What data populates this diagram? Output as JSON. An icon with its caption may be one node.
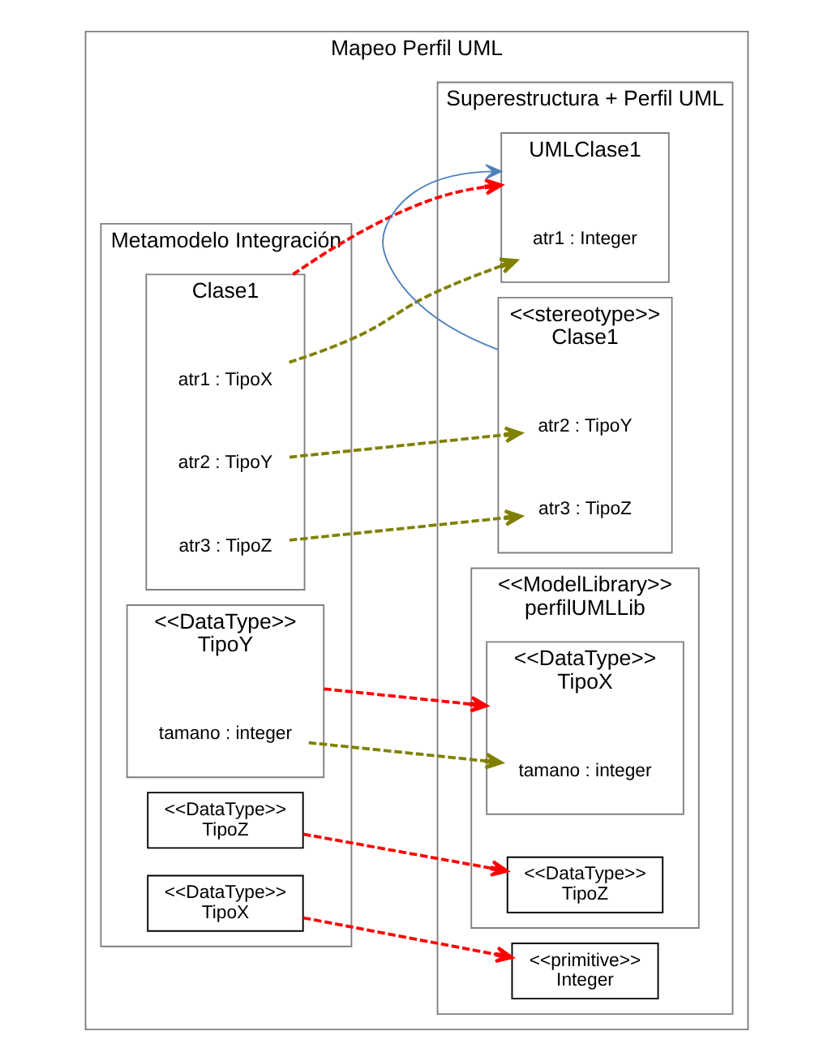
{
  "diagram": {
    "nodes": [
      {
        "text": [
          "Mapeo Perfil UML"
        ]
      },
      {
        "text": [
          "Metamodelo Integración"
        ],
        "in": 0
      },
      {
        "text": [
          "Superestructura + Perfil UML"
        ],
        "in": 0
      },
      {
        "text": [
          "Clase1"
        ],
        "in": 1
      },
      {
        "text": [
          "atr1 : TipoX"
        ],
        "in": 3
      },
      {
        "text": [
          "atr2 : TipoY"
        ],
        "in": 3
      },
      {
        "text": [
          "atr3 : TipoZ"
        ],
        "in": 3
      },
      {
        "text": [
          "<<DataType>>",
          "TipoX"
        ],
        "in": 1
      },
      {
        "text": [
          "<<DataType>>",
          "TipoY"
        ],
        "in": 1
      },
      {
        "text": [
          "tamano : integer"
        ],
        "in": 8
      },
      {
        "text": [
          "<<DataType>>",
          "TipoZ"
        ],
        "in": 1
      },
      {
        "text": [
          "UMLClase1"
        ],
        "in": 2
      },
      {
        "text": [
          "atr1 : Integer"
        ],
        "in": 11
      },
      {
        "text": [
          "<<stereotype>>",
          "Clase1"
        ],
        "in": 2
      },
      {
        "text": [
          "atr2 : TipoY"
        ],
        "in": 13
      },
      {
        "text": [
          "atr3 : TipoZ"
        ],
        "in": 13
      },
      {
        "text": [
          "<<primitive>>",
          "Integer"
        ],
        "in": 2
      },
      {
        "text": [
          "<<ModelLibrary>>",
          "perfilUMLLib"
        ],
        "in": 2
      },
      {
        "text": [
          "<<DataType>>",
          "TipoX"
        ],
        "in": 17
      },
      {
        "text": [
          "tamano : integer"
        ],
        "in": 18
      },
      {
        "text": [
          "<<DataType>>",
          "TipoZ"
        ],
        "in": 17
      }
    ],
    "edges": [
      {
        "from": 3,
        "to": 11,
        "arrow": "to",
        "style": "dashed",
        "color": "#ff0000"
      },
      {
        "from": 4,
        "to": 12,
        "arrow": "to",
        "style": "dashed",
        "color": "#808000"
      },
      {
        "from": 5,
        "to": 14,
        "arrow": "to",
        "style": "dashed",
        "color": "#808000"
      },
      {
        "from": 6,
        "to": 15,
        "arrow": "to",
        "style": "dashed",
        "color": "#808000"
      },
      {
        "from": 13,
        "to": 11,
        "arrow": "to",
        "color": "#4f81bd"
      },
      {
        "from": 7,
        "to": 16,
        "arrow": "to",
        "style": "dashed",
        "color": "#ff0000"
      },
      {
        "from": 8,
        "to": 18,
        "arrow": "to",
        "style": "dashed",
        "color": "#ff0000"
      },
      {
        "from": 9,
        "to": 19,
        "arrow": "to",
        "style": "dashed",
        "color": "#808000"
      },
      {
        "from": 10,
        "to": 20,
        "arrow": "to",
        "style": "dashed",
        "color": "#ff0000"
      }
    ]
  }
}
